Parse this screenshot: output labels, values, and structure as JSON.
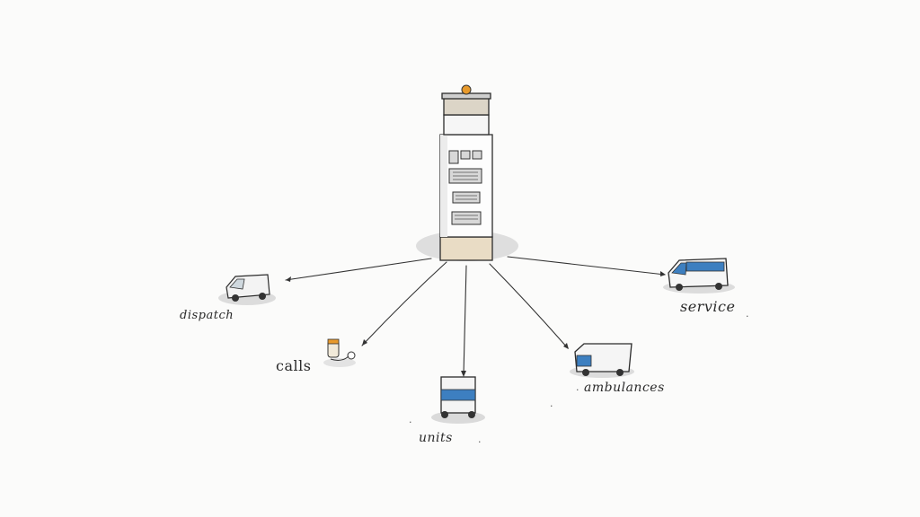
{
  "labels": {
    "dispatch": "dispatch",
    "calls": "calls",
    "units": "units",
    "ambulances": "ambulances",
    "service": "service"
  },
  "colors": {
    "ink": "#2b2b2b",
    "tower_top_light": "#e89a2c",
    "tower_base": "#e9dcc5",
    "shadow": "#d9d9d9",
    "vehicle_blue": "#3d7fc0",
    "paper": "#fbfbfa"
  }
}
